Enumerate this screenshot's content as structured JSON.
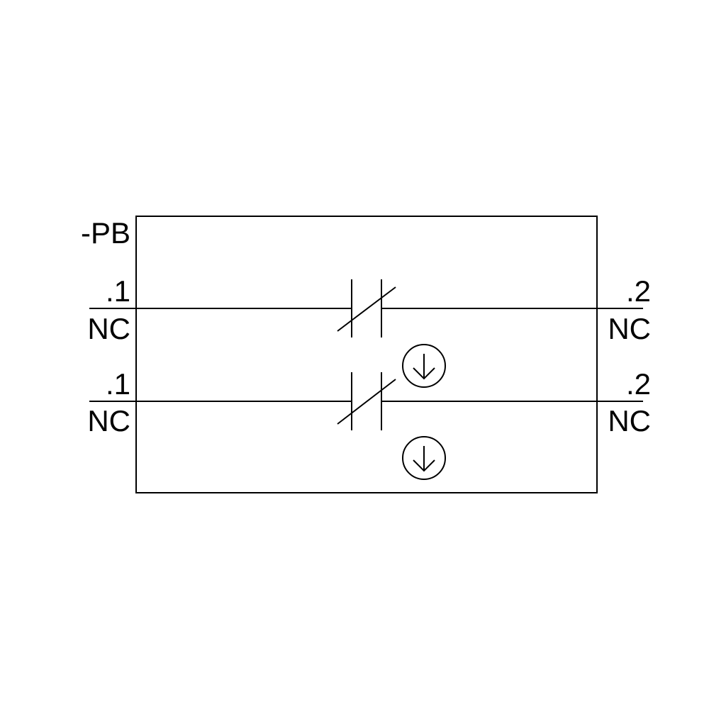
{
  "diagram": {
    "device_tag": "-PB",
    "stroke_color": "#000000",
    "background": "#ffffff",
    "contacts": [
      {
        "type": "NC",
        "left_terminal": ".1",
        "left_type": "NC",
        "right_terminal": ".2",
        "right_type": "NC",
        "actuator": "push-button-arrow-down"
      },
      {
        "type": "NC",
        "left_terminal": ".1",
        "left_type": "NC",
        "right_terminal": ".2",
        "right_type": "NC",
        "actuator": "push-button-arrow-down"
      }
    ]
  }
}
